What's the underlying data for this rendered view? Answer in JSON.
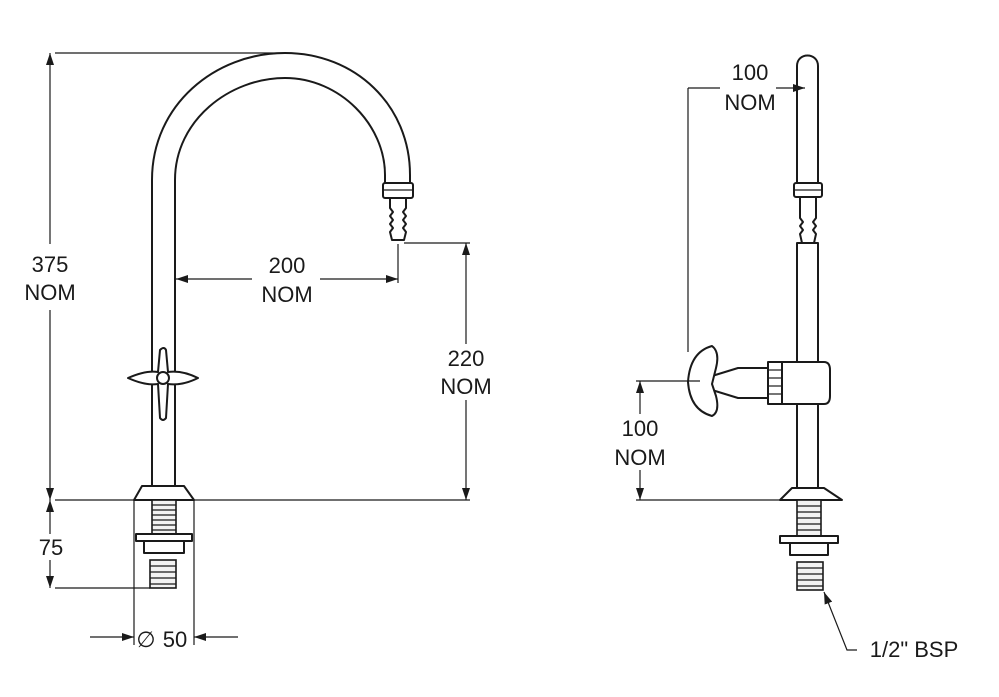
{
  "front_view": {
    "height_overall": {
      "value": "375",
      "unit": "NOM"
    },
    "spout_reach": {
      "value": "200",
      "unit": "NOM"
    },
    "spout_outlet_height": {
      "value": "220",
      "unit": "NOM"
    },
    "shank_length": {
      "value": "75"
    },
    "body_diameter": {
      "value": "50",
      "symbol": "∅"
    }
  },
  "side_view": {
    "spout_offset": {
      "value": "100",
      "unit": "NOM"
    },
    "handle_height": {
      "value": "100",
      "unit": "NOM"
    },
    "connection_callout": "1/2\" BSP"
  }
}
